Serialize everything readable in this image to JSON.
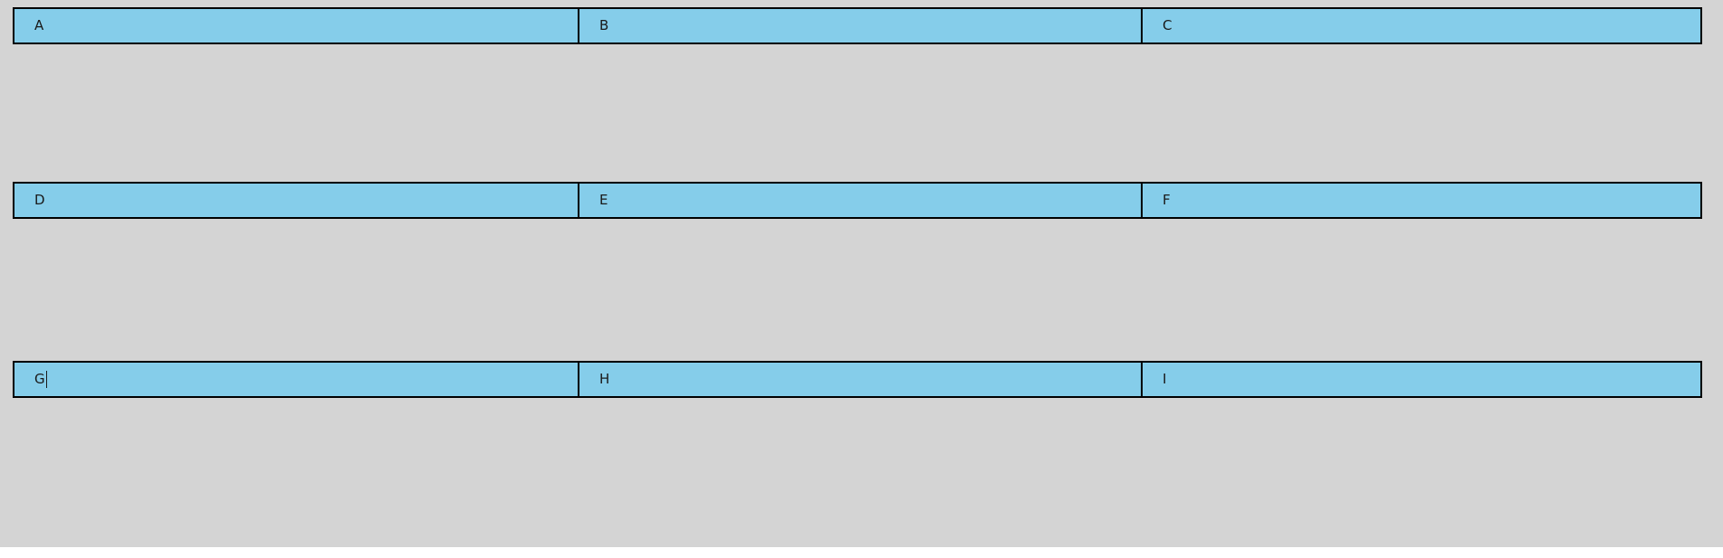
{
  "page": {
    "background_color": "#d4d4d4",
    "outer_background_color": "#ffffff",
    "cell_fill_color": "#85cdea",
    "cell_border_color": "#000000",
    "text_color": "#1a1a1a"
  },
  "grid": {
    "rows": [
      {
        "row_name": "row-1",
        "cells": [
          {
            "label": "A",
            "focused": false
          },
          {
            "label": "B",
            "focused": false
          },
          {
            "label": "C",
            "focused": false
          }
        ]
      },
      {
        "row_name": "row-2",
        "cells": [
          {
            "label": "D",
            "focused": false
          },
          {
            "label": "E",
            "focused": false
          },
          {
            "label": "F",
            "focused": false
          }
        ]
      },
      {
        "row_name": "row-3",
        "cells": [
          {
            "label": "G",
            "focused": true
          },
          {
            "label": "H",
            "focused": false
          },
          {
            "label": "I",
            "focused": false
          }
        ]
      }
    ]
  }
}
